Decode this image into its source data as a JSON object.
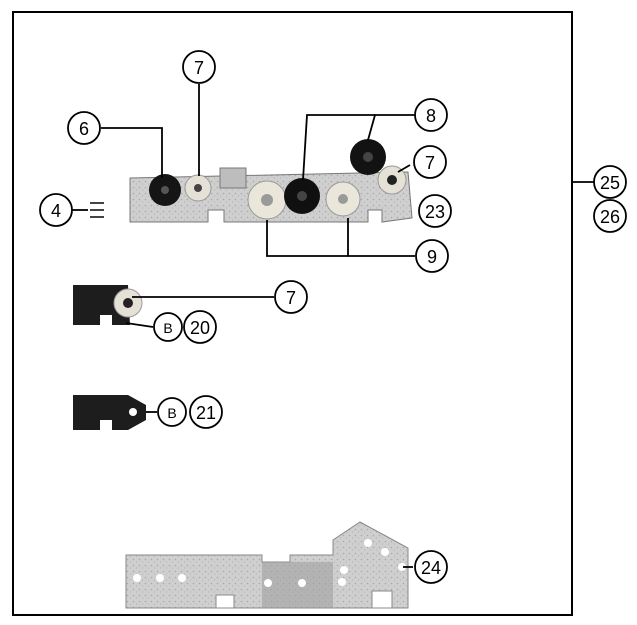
{
  "callouts": {
    "c4": "4",
    "c6": "6",
    "c7a": "7",
    "c7b": "7",
    "c7c": "7",
    "c8": "8",
    "c9": "9",
    "c20": "20",
    "c21": "21",
    "c23": "23",
    "c24": "24",
    "c25": "25",
    "c26": "26",
    "b1": "B",
    "b2": "B"
  },
  "colors": {
    "line": "#000000",
    "dark_part": "#1a1a1a",
    "light_part": "#d8d8d8",
    "light_gear": "#e8e4dc",
    "background": "#ffffff"
  }
}
